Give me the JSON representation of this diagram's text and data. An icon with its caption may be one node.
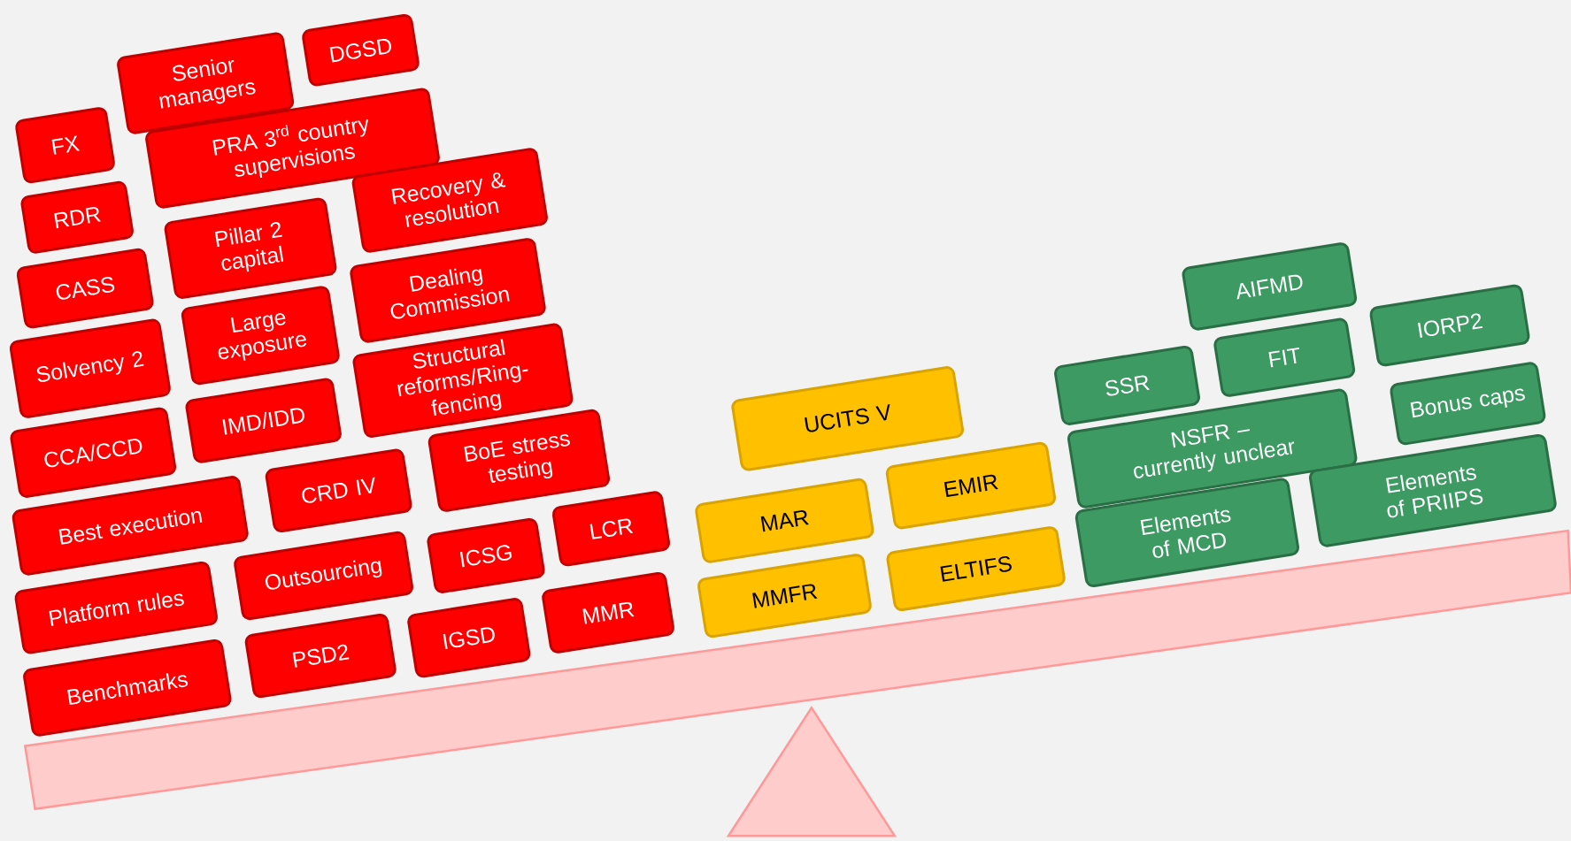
{
  "diagram": {
    "nodes": [
      {
        "text": [
          "FX"
        ]
      },
      {
        "text": [
          "Senior managers"
        ]
      },
      {
        "text": [
          "DGSD"
        ]
      },
      {
        "text": [
          "PRA 3$^{rd}$ country supervisions"
        ]
      },
      {
        "text": [
          "RDR"
        ]
      },
      {
        "text": [
          "Recovery & resolution"
        ]
      },
      {
        "text": [
          "Pillar 2 capital"
        ]
      },
      {
        "text": [
          "CASS"
        ]
      },
      {
        "text": [
          "Dealing Commission"
        ]
      },
      {
        "text": [
          "Large exposure"
        ]
      },
      {
        "text": [
          "Solvency 2"
        ]
      },
      {
        "text": [
          "Structural reforms/Ring-fencing"
        ]
      },
      {
        "text": [
          "IMD/IDD"
        ]
      },
      {
        "text": [
          "CCA/CCD"
        ]
      },
      {
        "text": [
          "BoE stress testing"
        ]
      },
      {
        "text": [
          "Best execution"
        ]
      },
      {
        "text": [
          "CRD IV"
        ]
      },
      {
        "text": [
          "ICSG"
        ]
      },
      {
        "text": [
          "LCR"
        ]
      },
      {
        "text": [
          "Platform rules"
        ]
      },
      {
        "text": [
          "Outsourcing"
        ]
      },
      {
        "text": [
          "Benchmarks"
        ]
      },
      {
        "text": [
          "PSD2"
        ]
      },
      {
        "text": [
          "IGSD"
        ]
      },
      {
        "text": [
          "MMR"
        ]
      },
      {
        "text": [
          "UCITS V"
        ]
      },
      {
        "text": [
          "MAR"
        ]
      },
      {
        "text": [
          "EMIR"
        ]
      },
      {
        "text": [
          "MMFR"
        ]
      },
      {
        "text": [
          "ELTIFS"
        ]
      },
      {
        "text": [
          "AIFMD"
        ]
      },
      {
        "text": [
          "SSR"
        ]
      },
      {
        "text": [
          "FIT"
        ]
      },
      {
        "text": [
          "IORP2"
        ]
      },
      {
        "text": [
          "NSFR – currently unclear"
        ]
      },
      {
        "text": [
          "Bonus caps"
        ]
      },
      {
        "text": [
          "Elements of MCD"
        ]
      },
      {
        "text": [
          "Elements of PRIIPS"
        ]
      }
    ]
  }
}
